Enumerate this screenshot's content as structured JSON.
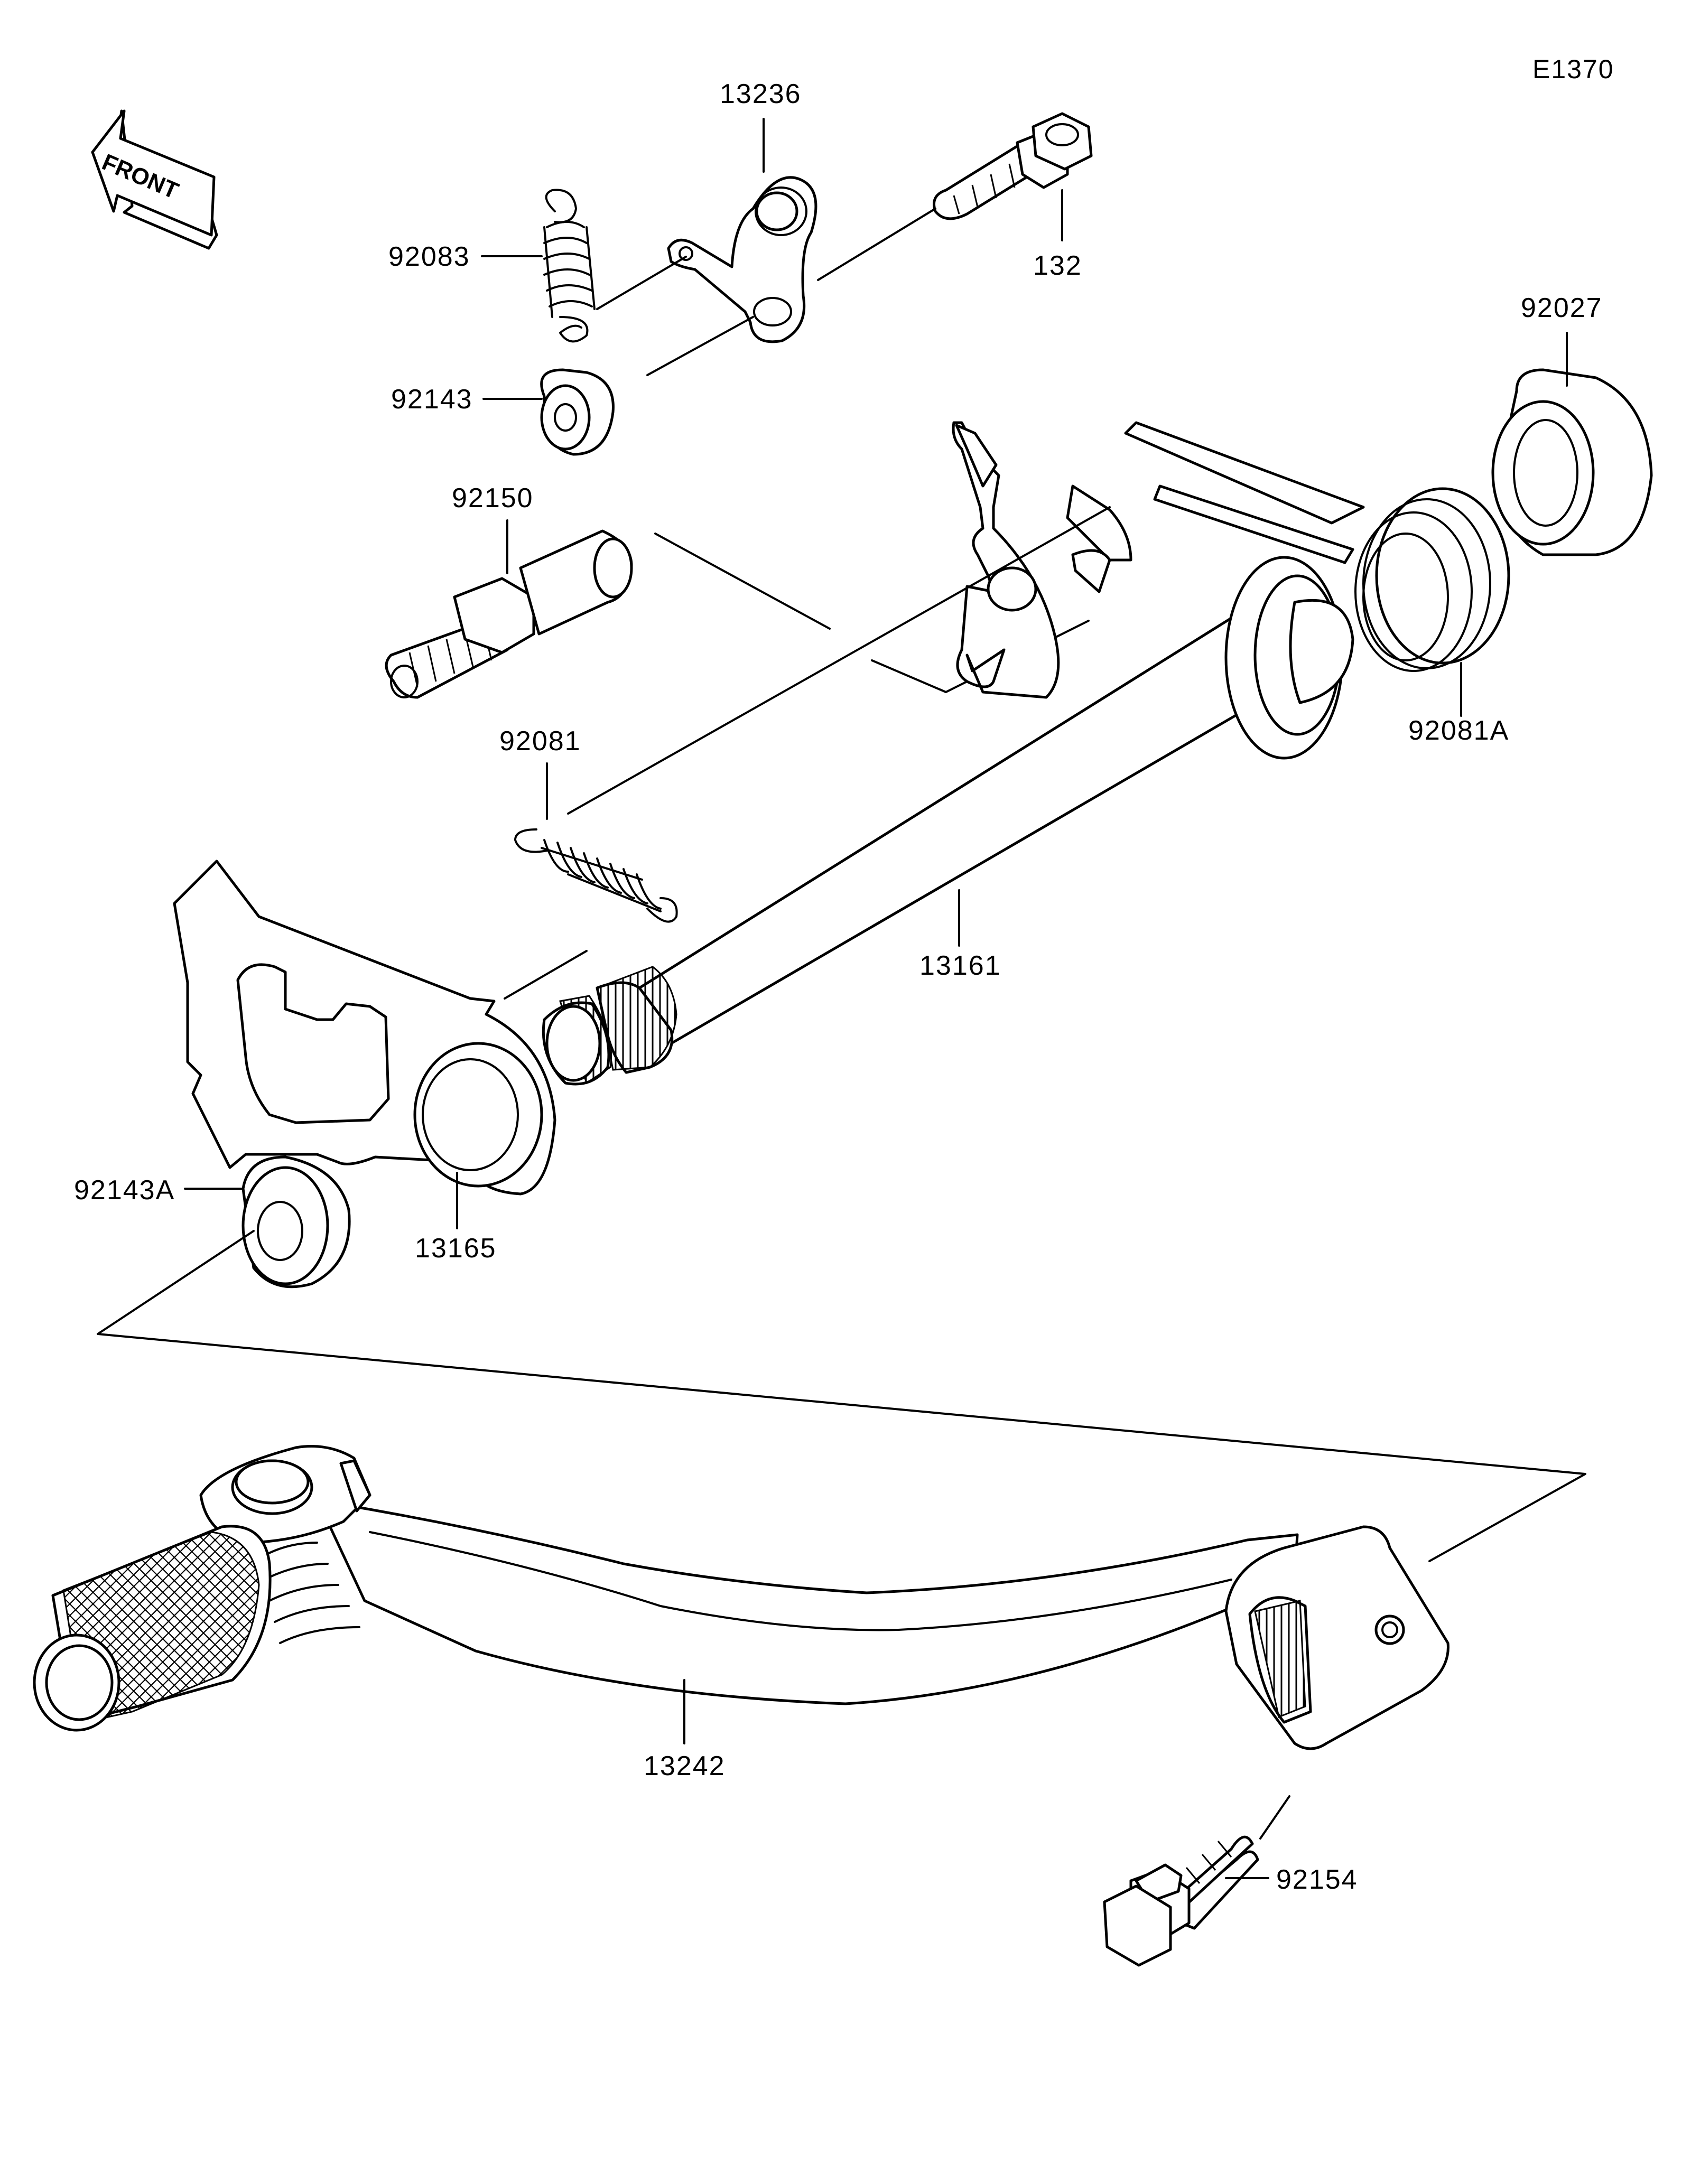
{
  "diagram_code": "E1370",
  "front_indicator": {
    "label": "FRONT",
    "icon": "front-arrow-icon"
  },
  "parts": [
    {
      "key": "13236",
      "number": "13236"
    },
    {
      "key": "132",
      "number": "132"
    },
    {
      "key": "92083",
      "number": "92083"
    },
    {
      "key": "92143",
      "number": "92143"
    },
    {
      "key": "92027",
      "number": "92027"
    },
    {
      "key": "92150",
      "number": "92150"
    },
    {
      "key": "92081A",
      "number": "92081A"
    },
    {
      "key": "92081",
      "number": "92081"
    },
    {
      "key": "13161",
      "number": "13161"
    },
    {
      "key": "92143A",
      "number": "92143A"
    },
    {
      "key": "13165",
      "number": "13165"
    },
    {
      "key": "13242",
      "number": "13242"
    },
    {
      "key": "92154",
      "number": "92154"
    }
  ]
}
